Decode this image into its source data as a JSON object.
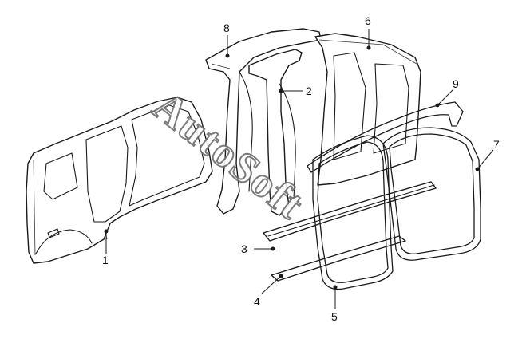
{
  "watermark": "AutoSoft",
  "callouts": [
    {
      "id": "1",
      "label": "1"
    },
    {
      "id": "2",
      "label": "2"
    },
    {
      "id": "3",
      "label": "3"
    },
    {
      "id": "4",
      "label": "4"
    },
    {
      "id": "5",
      "label": "5"
    },
    {
      "id": "6",
      "label": "6"
    },
    {
      "id": "7",
      "label": "7"
    },
    {
      "id": "8",
      "label": "8"
    },
    {
      "id": "9",
      "label": "9"
    }
  ],
  "colors": {
    "line": "#1a1a1a",
    "background": "#ffffff",
    "watermark_outline": "#6d6d6d"
  }
}
